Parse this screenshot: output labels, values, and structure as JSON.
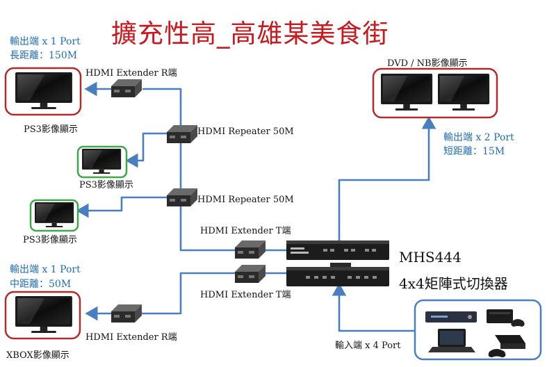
{
  "title": "擴充性高_高雄某美食街",
  "colors": {
    "title": "#c8191e",
    "line": "#4a7fbf",
    "red_box": "#b22a2a",
    "green_box": "#3da84a",
    "blue_text": "#1f6db5"
  },
  "output_left_top": {
    "line1": "輸出端 x 1 Port",
    "line2": "長距離：150M"
  },
  "output_left_bottom": {
    "line1": "輸出端 x 1 Port",
    "line2": "中距離：50M"
  },
  "output_right": {
    "line1": "輸出端 x 2 Port",
    "line2": "短距離：15M"
  },
  "devices": {
    "extender_r_top": "HDMI Extender R端",
    "repeater_1": "HDMI Repeater 50M",
    "repeater_2": "HDMI Repeater 50M",
    "extender_t_1": "HDMI Extender T端",
    "extender_t_2": "HDMI Extender T端",
    "extender_r_bottom": "HDMI Extender R端"
  },
  "displays": {
    "ps3_1": "PS3影像顯示",
    "ps3_2": "PS3影像顯示",
    "ps3_3": "PS3影像顯示",
    "xbox": "XBOX影像顯示",
    "dvd_nb": "DVD / NB影像顯示"
  },
  "switch": {
    "model": "MHS444",
    "desc": "4x4矩陣式切換器"
  },
  "input_label": "輸入端 x 4 Port"
}
